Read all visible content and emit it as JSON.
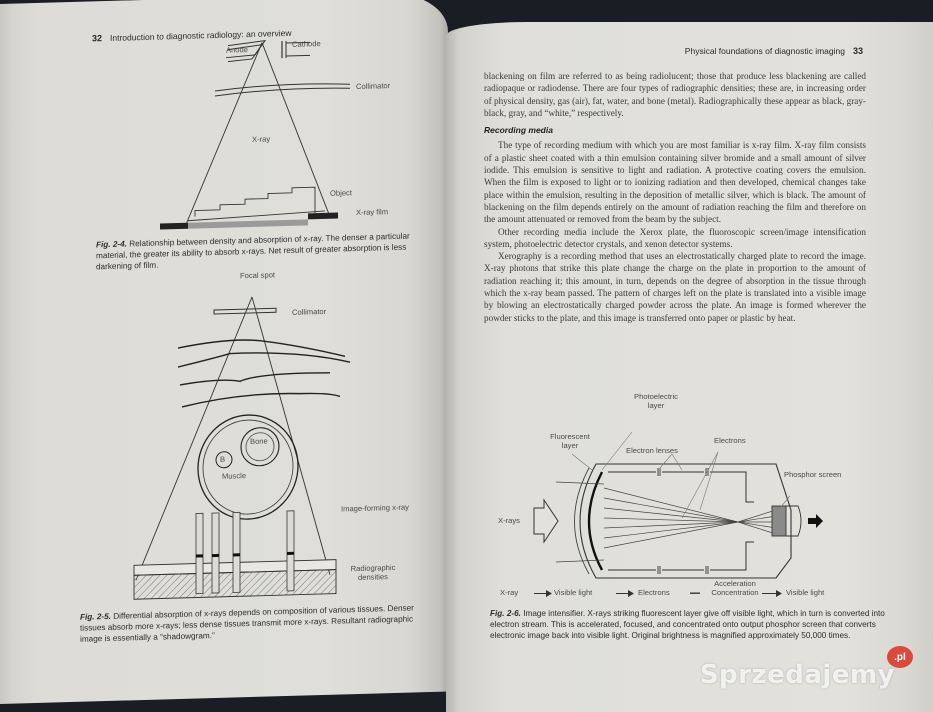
{
  "left_page": {
    "page_number": "32",
    "running_head": "Introduction to diagnostic radiology: an overview",
    "figure_2_4": {
      "labels": {
        "anode": "Anode",
        "cathode": "Cathode",
        "collimator": "Collimator",
        "xray": "X-ray",
        "object": "Object",
        "film": "X-ray film"
      },
      "caption_number": "Fig. 2-4.",
      "caption_text": "Relationship between density and absorption of x-ray. The denser a particular material, the greater its ability to absorb x-rays. Net result of greater absorption is less darkening of film."
    },
    "figure_2_5": {
      "labels": {
        "focal_spot": "Focal spot",
        "collimator": "Collimator",
        "bone": "Bone",
        "b": "B",
        "muscle": "Muscle",
        "image_forming": "Image-forming x-ray",
        "densities": "Radiographic densities"
      },
      "caption_number": "Fig. 2-5.",
      "caption_text": "Differential absorption of x-rays depends on composition of various tissues. Denser tissues absorb more x-rays; less dense tissues transmit more x-rays. Resultant radiographic image is essentially a “shadowgram.”"
    }
  },
  "right_page": {
    "page_number": "33",
    "running_head": "Physical foundations of diagnostic imaging",
    "paragraph_1": "blackening on film are referred to as being radiolucent; those that produce less blackening are called radiopaque or radiodense. There are four types of radiographic densities; these are, in increasing order of physical density, gas (air), fat, water, and bone (metal). Radiographically these appear as black, gray-black, gray, and “white,” respectively.",
    "section_heading": "Recording media",
    "paragraph_2": "The type of recording medium with which you are most familiar is x-ray film. X-ray film consists of a plastic sheet coated with a thin emulsion containing silver bromide and a small amount of silver iodide. This emulsion is sensitive to light and radiation. A protective coating covers the emulsion. When the film is exposed to light or to ionizing radiation and then developed, chemical changes take place within the emulsion, resulting in the deposition of metallic silver, which is black. The amount of blackening on the film depends entirely on the amount of radiation reaching the film and therefore on the amount attenuated or removed from the beam by the subject.",
    "paragraph_3": "Other recording media include the Xerox plate, the fluoroscopic screen/image intensification system, photoelectric detector crystals, and xenon detector systems.",
    "paragraph_4": "Xerography is a recording method that uses an electrostatically charged plate to record the image. X-ray photons that strike this plate change the charge on the plate in proportion to the amount of radiation reaching it; this amount, in turn, depends on the degree of absorption in the tissue through which the x-ray beam passed. The pattern of charges left on the plate is translated into a visible image by blowing an electrostatically charged powder across the plate. An image is formed wherever the powder sticks to the plate, and this image is transferred onto paper or plastic by heat.",
    "figure_2_6": {
      "labels": {
        "photoelectric": "Photoelectric layer",
        "fluorescent": "Fluorescent layer",
        "electron_lenses": "Electron lenses",
        "electrons": "Electrons",
        "phosphor": "Phosphor screen",
        "xrays": "X-rays"
      },
      "flow": [
        "X-ray",
        "Visible light",
        "Electrons",
        "Acceleration Concentration",
        "Visible light"
      ],
      "caption_number": "Fig. 2-6.",
      "caption_text": "Image intensifier. X-rays striking fluorescent layer give off visible light, which in turn is converted into electron stream. This is accelerated, focused, and concentrated onto output phosphor screen that converts electronic image back into visible light. Original brightness is magnified approximately 50,000 times."
    }
  },
  "watermark": {
    "text": "Sprzedajemy",
    "badge": ".pl"
  }
}
